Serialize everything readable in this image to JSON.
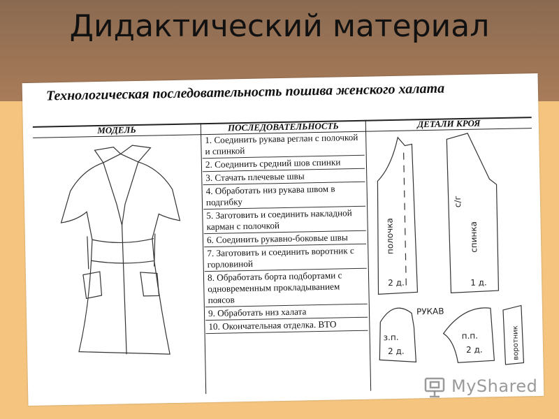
{
  "slide": {
    "title": "Дидактический материал"
  },
  "document": {
    "title": "Технологическая последовательность пошива женского халата",
    "columns": {
      "model": "МОДЕЛЬ",
      "sequence": "ПОСЛЕДОВАТЕЛЬНОСТЬ",
      "parts": "ДЕТАЛИ КРОЯ"
    },
    "steps": [
      "1. Соединить рукава реглан с полочкой и спинкой",
      "2. Соединить средний шов спинки",
      "3. Стачать плечевые швы",
      "4. Обработать низ рукава швом в подгибку",
      "5. Заготовить и соединить накладной карман с полочкой",
      "6. Соединить рукавно-боковые швы",
      "7. Заготовить и соединить воротник с горловиной",
      "8. Обработать борта подбортами с одновременным прокладыванием поясов",
      "9. Обработать низ халата",
      "10. Окончательная отделка. ВТО"
    ],
    "pattern_labels": {
      "front": "полочка",
      "front_count": "2 д.",
      "back": "спинка",
      "back_count": "1 д.",
      "back_fold": "с/г",
      "sleeve": "РУКАВ",
      "sleeve_back": "з.п.",
      "sleeve_front": "п.п.",
      "sleeve_count_1": "2 д.",
      "sleeve_count_2": "2 д.",
      "collar": "воротник"
    }
  },
  "watermark": {
    "text": "MyShared",
    "icon": "presentation-screen-icon"
  }
}
